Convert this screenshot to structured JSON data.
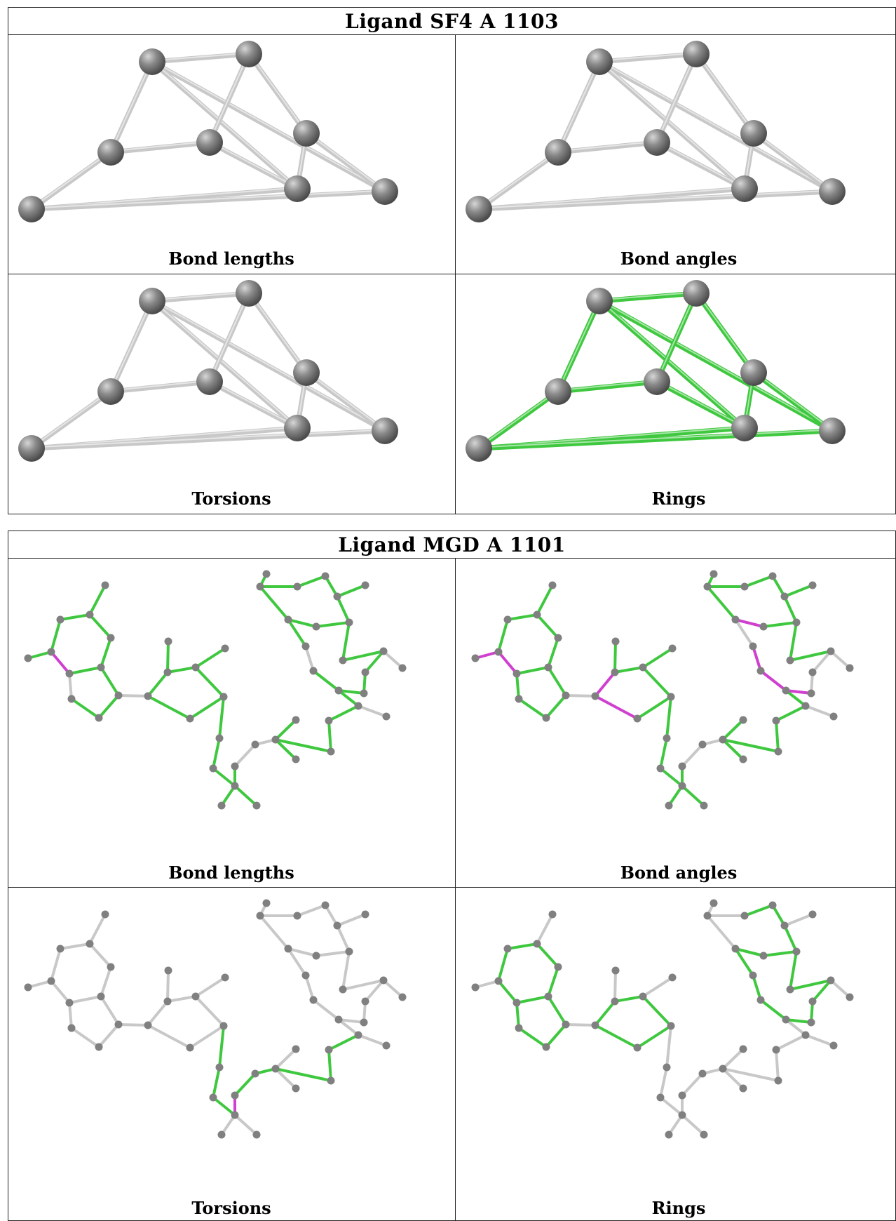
{
  "blocks": [
    {
      "title": "Ligand SF4 A 1103",
      "panels": [
        {
          "caption": "Bond lengths"
        },
        {
          "caption": "Bond angles"
        },
        {
          "caption": "Torsions"
        },
        {
          "caption": "Rings"
        }
      ]
    },
    {
      "title": "Ligand MGD A 1101",
      "panels": [
        {
          "caption": "Bond lengths"
        },
        {
          "caption": "Bond angles"
        },
        {
          "caption": "Torsions"
        },
        {
          "caption": "Rings"
        }
      ]
    }
  ],
  "colors": {
    "atom": "#808080",
    "bond_default": "#c8c8c8",
    "bond_ok": "#3fc83f",
    "bond_outlier": "#d040d0",
    "border": "#222222"
  }
}
